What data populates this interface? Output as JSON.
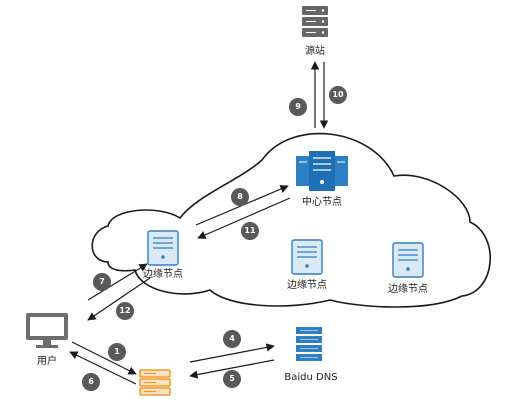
{
  "labels": {
    "origin": "源站",
    "center": "中心节点",
    "edge_left": "边缘节点",
    "edge_mid": "边缘节点",
    "edge_right": "边缘节点",
    "user": "用户",
    "dns": "Baidu DNS"
  },
  "steps": [
    "1",
    "4",
    "5",
    "6",
    "7",
    "8",
    "9",
    "10",
    "11",
    "12"
  ],
  "colors": {
    "arrow": "#1a1a1a",
    "step_circle": "#595959",
    "server_blue": "#2f7fc4",
    "server_light": "#dbe9f7",
    "ldns_orange": "#f39a2e",
    "origin_gray": "#666666",
    "monitor_gray": "#6d6d6d"
  }
}
